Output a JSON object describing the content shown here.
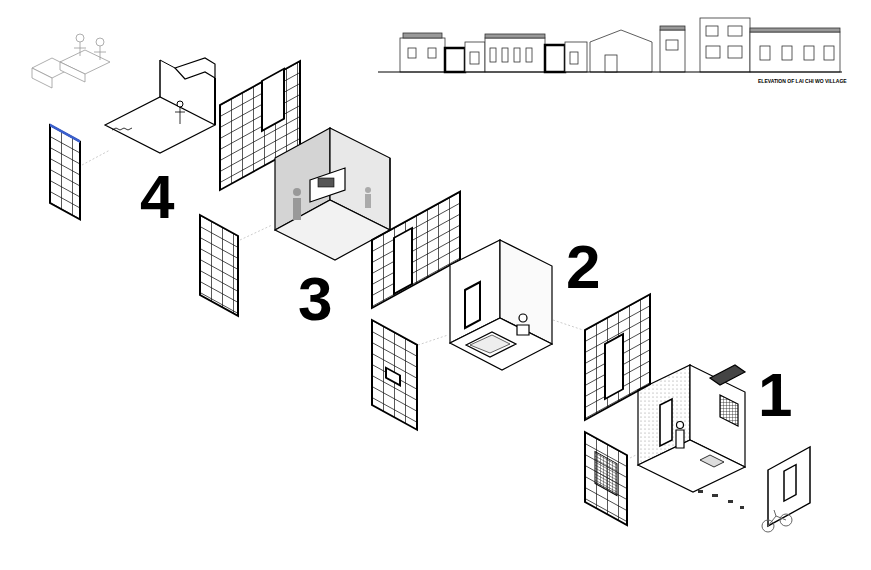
{
  "diagram": {
    "labels": [
      "4",
      "3",
      "2",
      "1",
      "ELEVATION OF LAI CHI WO VILLAGE"
    ]
  }
}
